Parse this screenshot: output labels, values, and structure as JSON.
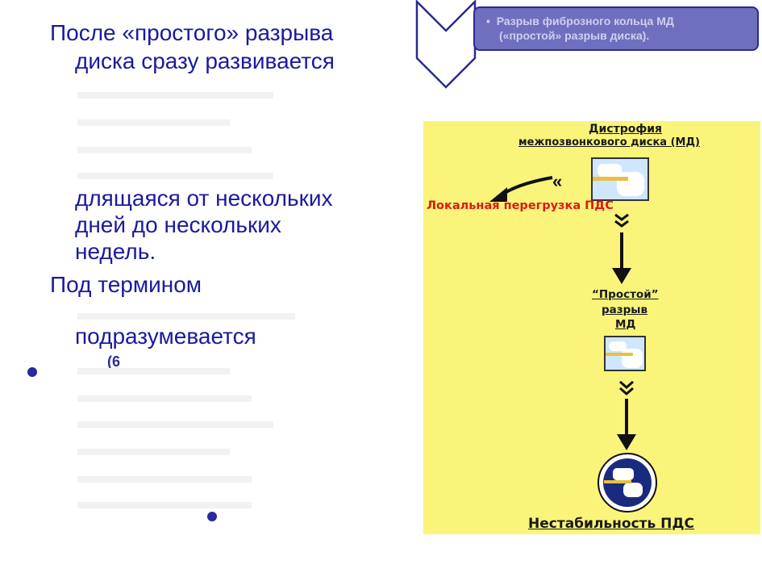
{
  "left_text": {
    "line1": "После «простого» разрыва",
    "line2": "диска сразу развивается",
    "line3": "длящаяся от нескольких",
    "line4": "дней до нескольких",
    "line5": "недель.",
    "line6": "Под термином",
    "line7": "подразумевается",
    "glyph": "6"
  },
  "callout": {
    "bullet": "•",
    "line1": "Разрыв фиброзного кольца МД",
    "line2": "(«простой» разрыв диска)."
  },
  "diagram": {
    "title_line1": "Дистрофия",
    "title_line2": "межпозвонкового диска (МД)",
    "local_overload": "Локальная перегрузка ПДС",
    "simple_rupture_line1": "“Простой”",
    "simple_rupture_line2": "разрыв",
    "simple_rupture_line3": "МД",
    "instability": "Нестабильность ПДС",
    "colors": {
      "panel": "#faf47a",
      "accent_red": "#e01818",
      "disc_blue": "#1a2a7e"
    }
  }
}
